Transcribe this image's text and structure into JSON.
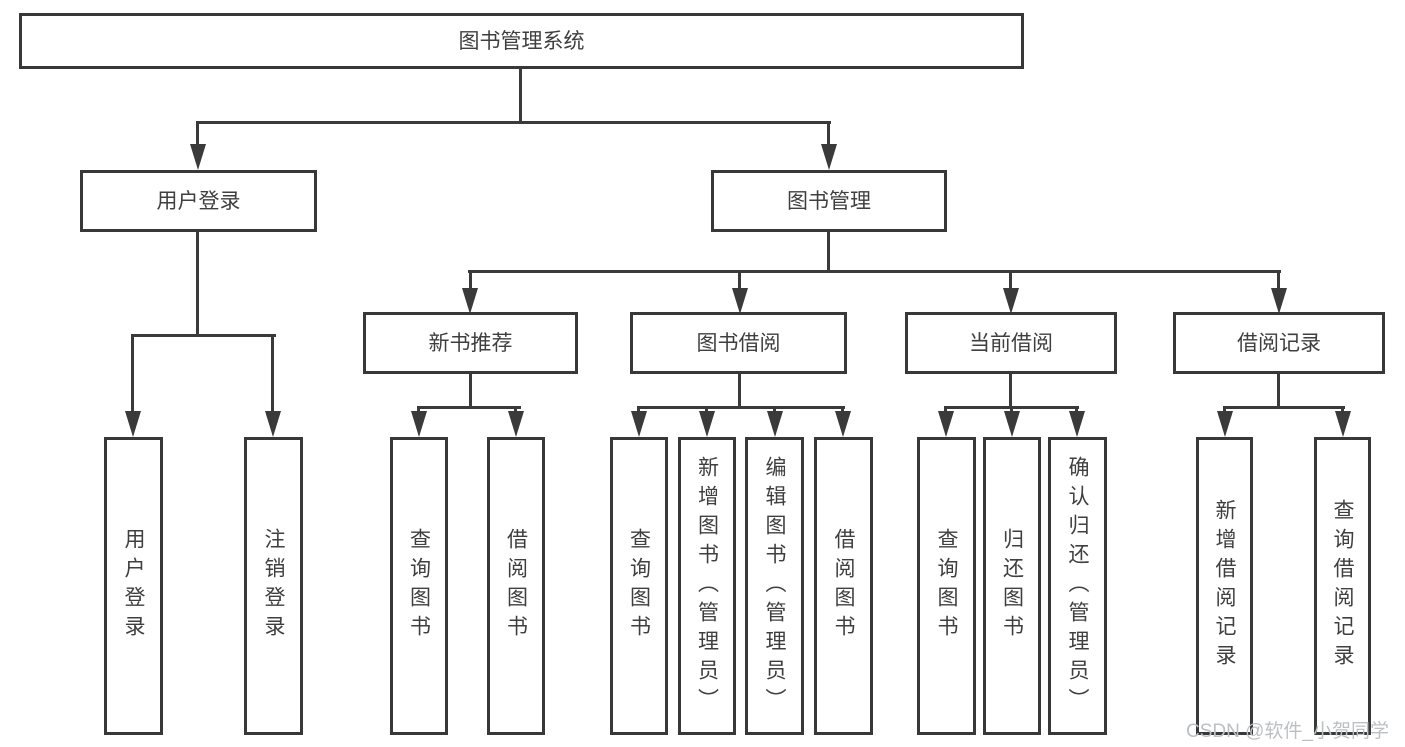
{
  "diagram": {
    "root": {
      "label": "图书管理系统"
    },
    "branches": [
      {
        "label": "用户登录",
        "leaves": [
          {
            "label": "用户登录"
          },
          {
            "label": "注销登录"
          }
        ]
      },
      {
        "label": "图书管理",
        "groups": [
          {
            "label": "新书推荐",
            "leaves": [
              {
                "label": "查询图书"
              },
              {
                "label": "借阅图书"
              }
            ]
          },
          {
            "label": "图书借阅",
            "leaves": [
              {
                "label": "查询图书"
              },
              {
                "label": "新增图书（管理员）"
              },
              {
                "label": "编辑图书（管理员）"
              },
              {
                "label": "借阅图书"
              }
            ]
          },
          {
            "label": "当前借阅",
            "leaves": [
              {
                "label": "查询图书"
              },
              {
                "label": "归还图书"
              },
              {
                "label": "确认归还（管理员）"
              }
            ]
          },
          {
            "label": "借阅记录",
            "leaves": [
              {
                "label": "新增借阅记录"
              },
              {
                "label": "查询借阅记录"
              }
            ]
          }
        ]
      }
    ],
    "colors": {
      "line": "#3a3a3a",
      "border": "#383838",
      "text": "#3f3f3f"
    }
  },
  "watermark": {
    "text": "CSDN @软件_小贺同学"
  }
}
